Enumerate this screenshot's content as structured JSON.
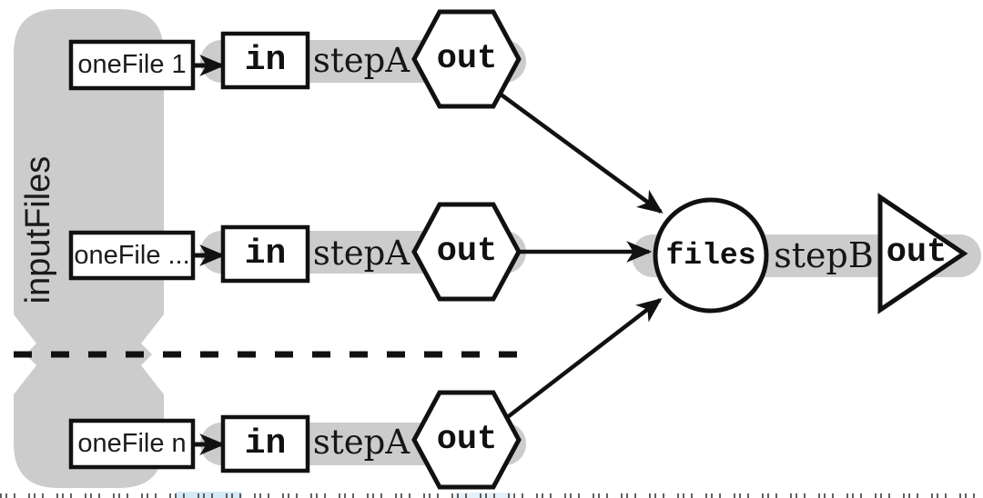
{
  "figure": {
    "channel_label": "inputFiles",
    "rows": [
      {
        "file": "oneFile 1",
        "in": "in",
        "step": "stepA",
        "out": "out"
      },
      {
        "file": "oneFile ...",
        "in": "in",
        "step": "stepA",
        "out": "out"
      },
      {
        "file": "oneFile n",
        "in": "in",
        "step": "stepA",
        "out": "out"
      }
    ],
    "collector": "files",
    "step_b": "stepB",
    "final_out": "out",
    "colors": {
      "channel_gray": "#cccccc",
      "ink": "#111111",
      "caption_highlight": "#d4eaf7",
      "caption_highlight_faint": "#e5f1fa"
    }
  }
}
